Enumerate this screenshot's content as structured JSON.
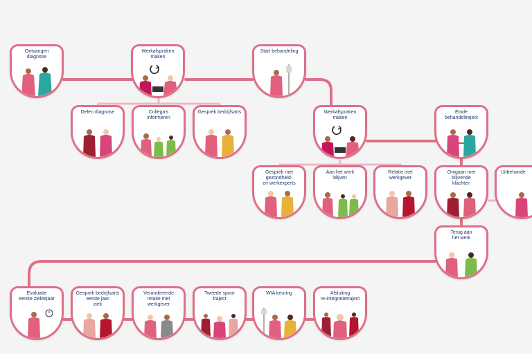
{
  "colors": {
    "border": "#de6f87",
    "connector": "#de6f87",
    "branch": "#f0b7c4",
    "text": "#1f3a6b",
    "background": "#f4f4f5"
  },
  "steps": [
    {
      "id": "ontvangen-diagnose",
      "label": "Ontvangen\ndiagnose",
      "icon": "two-people-icon"
    },
    {
      "id": "werkafspraken-maken-1",
      "label": "Werkafspraken\nmaken",
      "icon": "cycle-meeting-icon"
    },
    {
      "id": "start-behandeling",
      "label": "Start behandeling",
      "icon": "patient-iv-icon"
    },
    {
      "id": "delen-diagnose",
      "label": "Delen diagnose",
      "icon": "two-people-icon"
    },
    {
      "id": "collegas-informeren",
      "label": "Collega's\ninformeren",
      "icon": "group-people-icon"
    },
    {
      "id": "gesprek-bedrijfsarts",
      "label": "Gesprek bedrijfsarts",
      "icon": "doctor-talk-icon"
    },
    {
      "id": "werkafspraken-maken-2",
      "label": "Werkafspraken\nmaken",
      "icon": "cycle-meeting-icon"
    },
    {
      "id": "einde-behandeltraject",
      "label": "Einde behandeltraject",
      "icon": "handshake-icon"
    },
    {
      "id": "gesprek-gezondheid-werkexperts",
      "label": "Gesprek met\ngezondheid-\nen werkexperts",
      "icon": "two-people-icon"
    },
    {
      "id": "aan-het-werk-blijven",
      "label": "Aan het werk\nblijven",
      "icon": "group-people-icon"
    },
    {
      "id": "relatie-met-werkgever",
      "label": "Relatie met\nwerkgever",
      "icon": "two-people-icon"
    },
    {
      "id": "omgaan-met-klachten",
      "label": "Omgaan met\nblijvende\nklachten",
      "icon": "two-people-icon"
    },
    {
      "id": "uitbehandeld",
      "label": "Uitbehande",
      "icon": "person-icon"
    },
    {
      "id": "terug-aan-het-werk",
      "label": "Terug aan\nhet werk",
      "icon": "two-people-icon"
    },
    {
      "id": "evaluatie-eerste-ziektejaar",
      "label": "Evaluatie\neerste ziektejaar",
      "icon": "person-clock-icon"
    },
    {
      "id": "gesprek-bedrijfsarts-eerste-jaar",
      "label": "Gesprek bedrijfsarts\neerste jaar\nziek",
      "icon": "doctor-talk-icon"
    },
    {
      "id": "veranderende-relatie-werkgever",
      "label": "Veranderende\nrelatie met\nwerkgever",
      "icon": "two-people-icon"
    },
    {
      "id": "tweede-spoor-traject",
      "label": "Tweede spoor\ntraject",
      "icon": "group-people-icon"
    },
    {
      "id": "wia-keuring",
      "label": "WIA keuring",
      "icon": "patient-iv-icon"
    },
    {
      "id": "afsluiting-re-integratietraject",
      "label": "Afsluiting\nre-integratietraject",
      "icon": "group-people-icon"
    }
  ]
}
